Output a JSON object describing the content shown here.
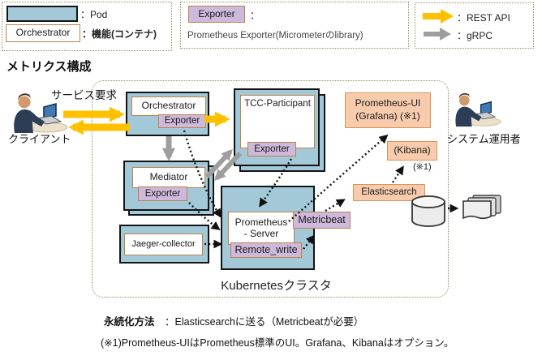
{
  "title": "メトリクス構成",
  "legend": {
    "pod_label": "：Pod",
    "container_sample": "Orchestrator",
    "container_label": "：機能(コンテナ)",
    "exporter_sample": "Exporter",
    "exporter_colon": "：",
    "exporter_desc": "Prometheus Exporter(Micrometerのlibrary)",
    "rest_label": "：REST API",
    "grpc_label": "：gRPC"
  },
  "actors": {
    "client_label": "クライアント",
    "operator_label": "システム運用者",
    "service_request_label": "サービス要求"
  },
  "cluster": {
    "label": "Kubernetesクラスタ",
    "orchestrator": {
      "name": "Orchestrator",
      "exporter": "Exporter"
    },
    "tcc_participant": {
      "name": "TCC-Participant",
      "exporter": "Exporter"
    },
    "mediator": {
      "name": "Mediator",
      "exporter": "Exporter"
    },
    "jaeger_collector": {
      "name": "Jaeger-collector"
    },
    "prometheus_server": {
      "name_line1": "Prometheus",
      "name_line2": "- Server",
      "metricbeat": "Metricbeat",
      "remote_write": "Remote_write"
    },
    "prometheus_ui": {
      "line1": "Prometheus-UI",
      "line2": "(Grafana)  (※1)"
    },
    "kibana": {
      "label": "(Kibana)",
      "note": "(※1)"
    },
    "elasticsearch": {
      "label": "Elasticsearch"
    }
  },
  "notes": {
    "persistence_head": "永続化方法",
    "persistence_body": "　：Elasticsearchに送る（Metricbeatが必要）",
    "footnote": "(※1)Prometheus-UIはPrometheus標準のUI。Grafana、Kibanaはオプション。"
  },
  "colors": {
    "pod_fill": "#A3C9D9",
    "exporter_fill": "#CDB9DC",
    "service_fill": "#F8CBAD",
    "rest_arrow": "#FFC000",
    "grpc_arrow": "#9E9E9E",
    "box_border": "#C27F45",
    "cluster_border": "#8F8F5F"
  }
}
